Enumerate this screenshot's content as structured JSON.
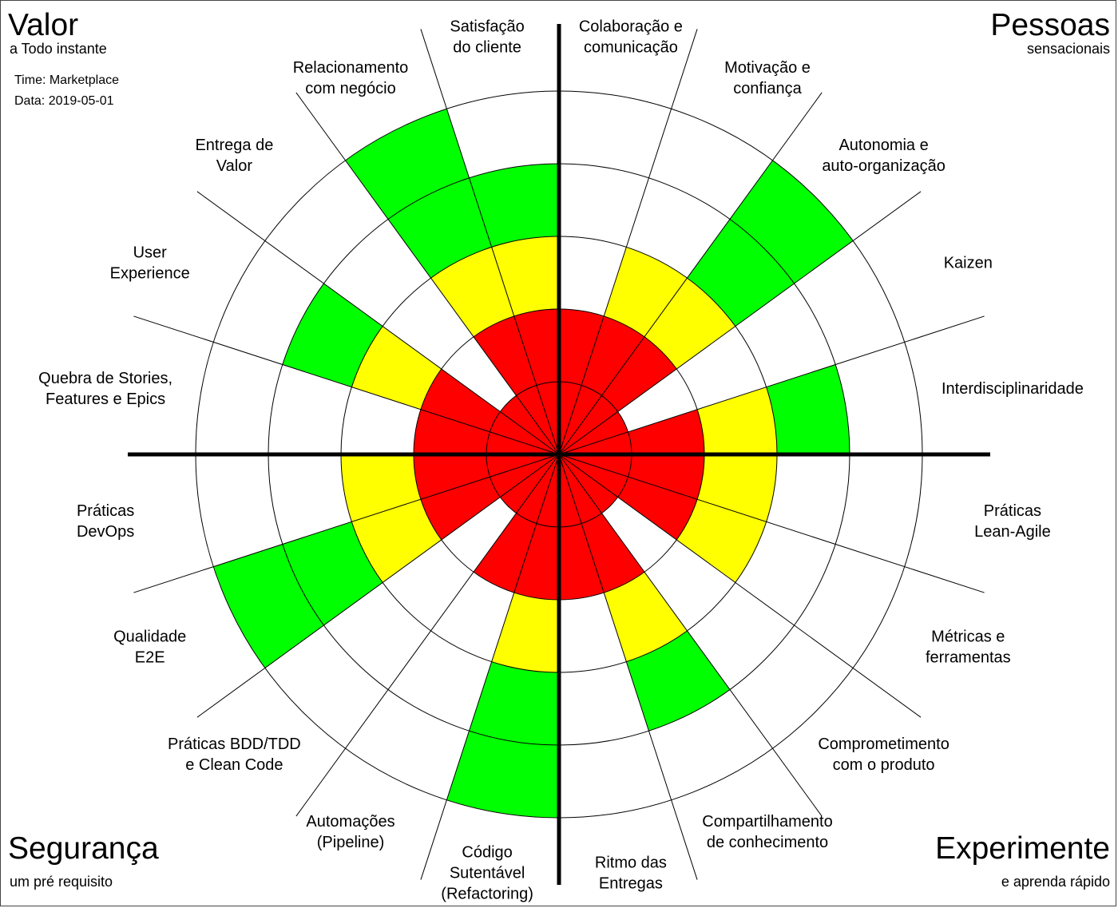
{
  "chart_data": {
    "type": "radar",
    "levels": 5,
    "corners": {
      "top_left": {
        "title": "Valor",
        "subtitle": "a Todo instante"
      },
      "top_right": {
        "title": "Pessoas",
        "subtitle": "sensacionais"
      },
      "bottom_left": {
        "title": "Segurança",
        "subtitle": "um pré requisito"
      },
      "bottom_right": {
        "title": "Experimente",
        "subtitle": "e aprenda rápido"
      }
    },
    "meta": {
      "team": "Time: Marketplace",
      "date": "Data: 2019-05-01"
    },
    "colors": {
      "1": "#ff0000",
      "2": "#ff0000",
      "3": "#ffff00",
      "4": "#00ff00",
      "5": "#00ff00"
    },
    "categories": [
      {
        "label": [
          "Colaboração e",
          "comunicação"
        ],
        "value": 2
      },
      {
        "label": [
          "Motivação e",
          "confiança"
        ],
        "value": 3
      },
      {
        "label": [
          "Autonomia e",
          "auto-organização"
        ],
        "value": 5
      },
      {
        "label": [
          "Kaizen"
        ],
        "value": 1
      },
      {
        "label": [
          "Interdisciplinaridade"
        ],
        "value": 4
      },
      {
        "label": [
          "Práticas",
          "Lean-Agile"
        ],
        "value": 3
      },
      {
        "label": [
          "Métricas e",
          "ferramentas"
        ],
        "value": 3
      },
      {
        "label": [
          "Comprometimento",
          "com o produto"
        ],
        "value": 1
      },
      {
        "label": [
          "Compartilhamento",
          "de conhecimento"
        ],
        "value": 4
      },
      {
        "label": [
          "Ritmo das",
          "Entregas"
        ],
        "value": 2
      },
      {
        "label": [
          "Código",
          "Sutentável",
          "(Refactoring)"
        ],
        "value": 5
      },
      {
        "label": [
          "Automações",
          "(Pipeline)"
        ],
        "value": 2
      },
      {
        "label": [
          "Práticas BDD/TDD",
          "e Clean Code"
        ],
        "value": 1
      },
      {
        "label": [
          "Qualidade",
          "E2E"
        ],
        "value": 5
      },
      {
        "label": [
          "Práticas",
          "DevOps"
        ],
        "value": 3
      },
      {
        "label": [
          "Quebra de Stories,",
          "Features e Epics"
        ],
        "value": 2
      },
      {
        "label": [
          "User",
          "Experience"
        ],
        "value": 4
      },
      {
        "label": [
          "Entrega de",
          "Valor"
        ],
        "value": 1
      },
      {
        "label": [
          "Relacionamento",
          "com negócio"
        ],
        "value": 5
      },
      {
        "label": [
          "Satisfação",
          "do cliente"
        ],
        "value": 4
      }
    ]
  }
}
